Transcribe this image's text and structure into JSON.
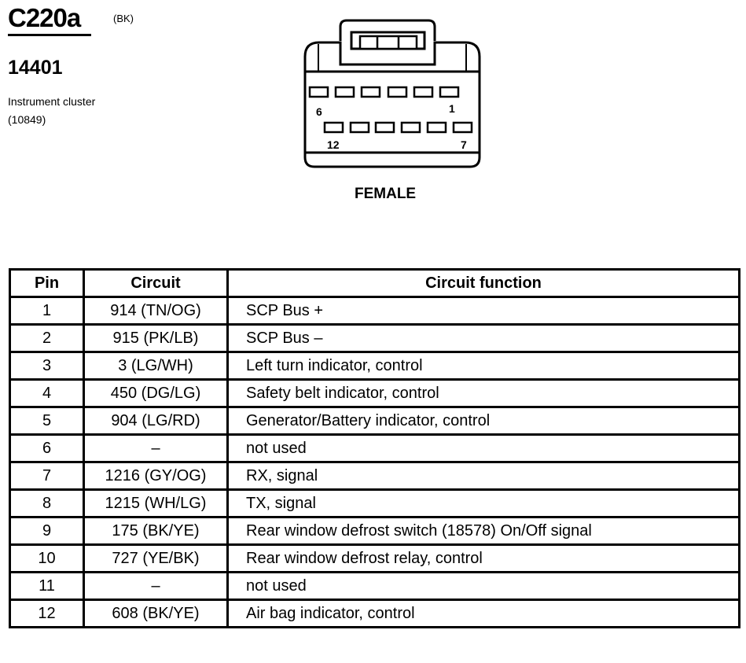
{
  "header": {
    "connector_id": "C220a",
    "connector_color": "(BK)",
    "part_number": "14401",
    "component_name": "Instrument cluster",
    "component_ref": "(10849)"
  },
  "diagram": {
    "gender": "FEMALE",
    "top_row_left_label": "6",
    "top_row_right_label": "1",
    "bottom_row_left_label": "12",
    "bottom_row_right_label": "7"
  },
  "table": {
    "headers": [
      "Pin",
      "Circuit",
      "Circuit function"
    ],
    "rows": [
      {
        "pin": "1",
        "circuit": "914 (TN/OG)",
        "function": "SCP Bus +"
      },
      {
        "pin": "2",
        "circuit": "915 (PK/LB)",
        "function": "SCP Bus –"
      },
      {
        "pin": "3",
        "circuit": "3 (LG/WH)",
        "function": "Left turn indicator, control"
      },
      {
        "pin": "4",
        "circuit": "450 (DG/LG)",
        "function": "Safety belt indicator, control"
      },
      {
        "pin": "5",
        "circuit": "904 (LG/RD)",
        "function": "Generator/Battery indicator, control"
      },
      {
        "pin": "6",
        "circuit": "–",
        "function": "not used"
      },
      {
        "pin": "7",
        "circuit": "1216 (GY/OG)",
        "function": "RX, signal"
      },
      {
        "pin": "8",
        "circuit": "1215 (WH/LG)",
        "function": "TX, signal"
      },
      {
        "pin": "9",
        "circuit": "175 (BK/YE)",
        "function": "Rear window defrost switch (18578) On/Off signal"
      },
      {
        "pin": "10",
        "circuit": "727 (YE/BK)",
        "function": "Rear window defrost relay, control"
      },
      {
        "pin": "11",
        "circuit": "–",
        "function": "not used"
      },
      {
        "pin": "12",
        "circuit": "608 (BK/YE)",
        "function": "Air bag indicator, control"
      }
    ]
  }
}
